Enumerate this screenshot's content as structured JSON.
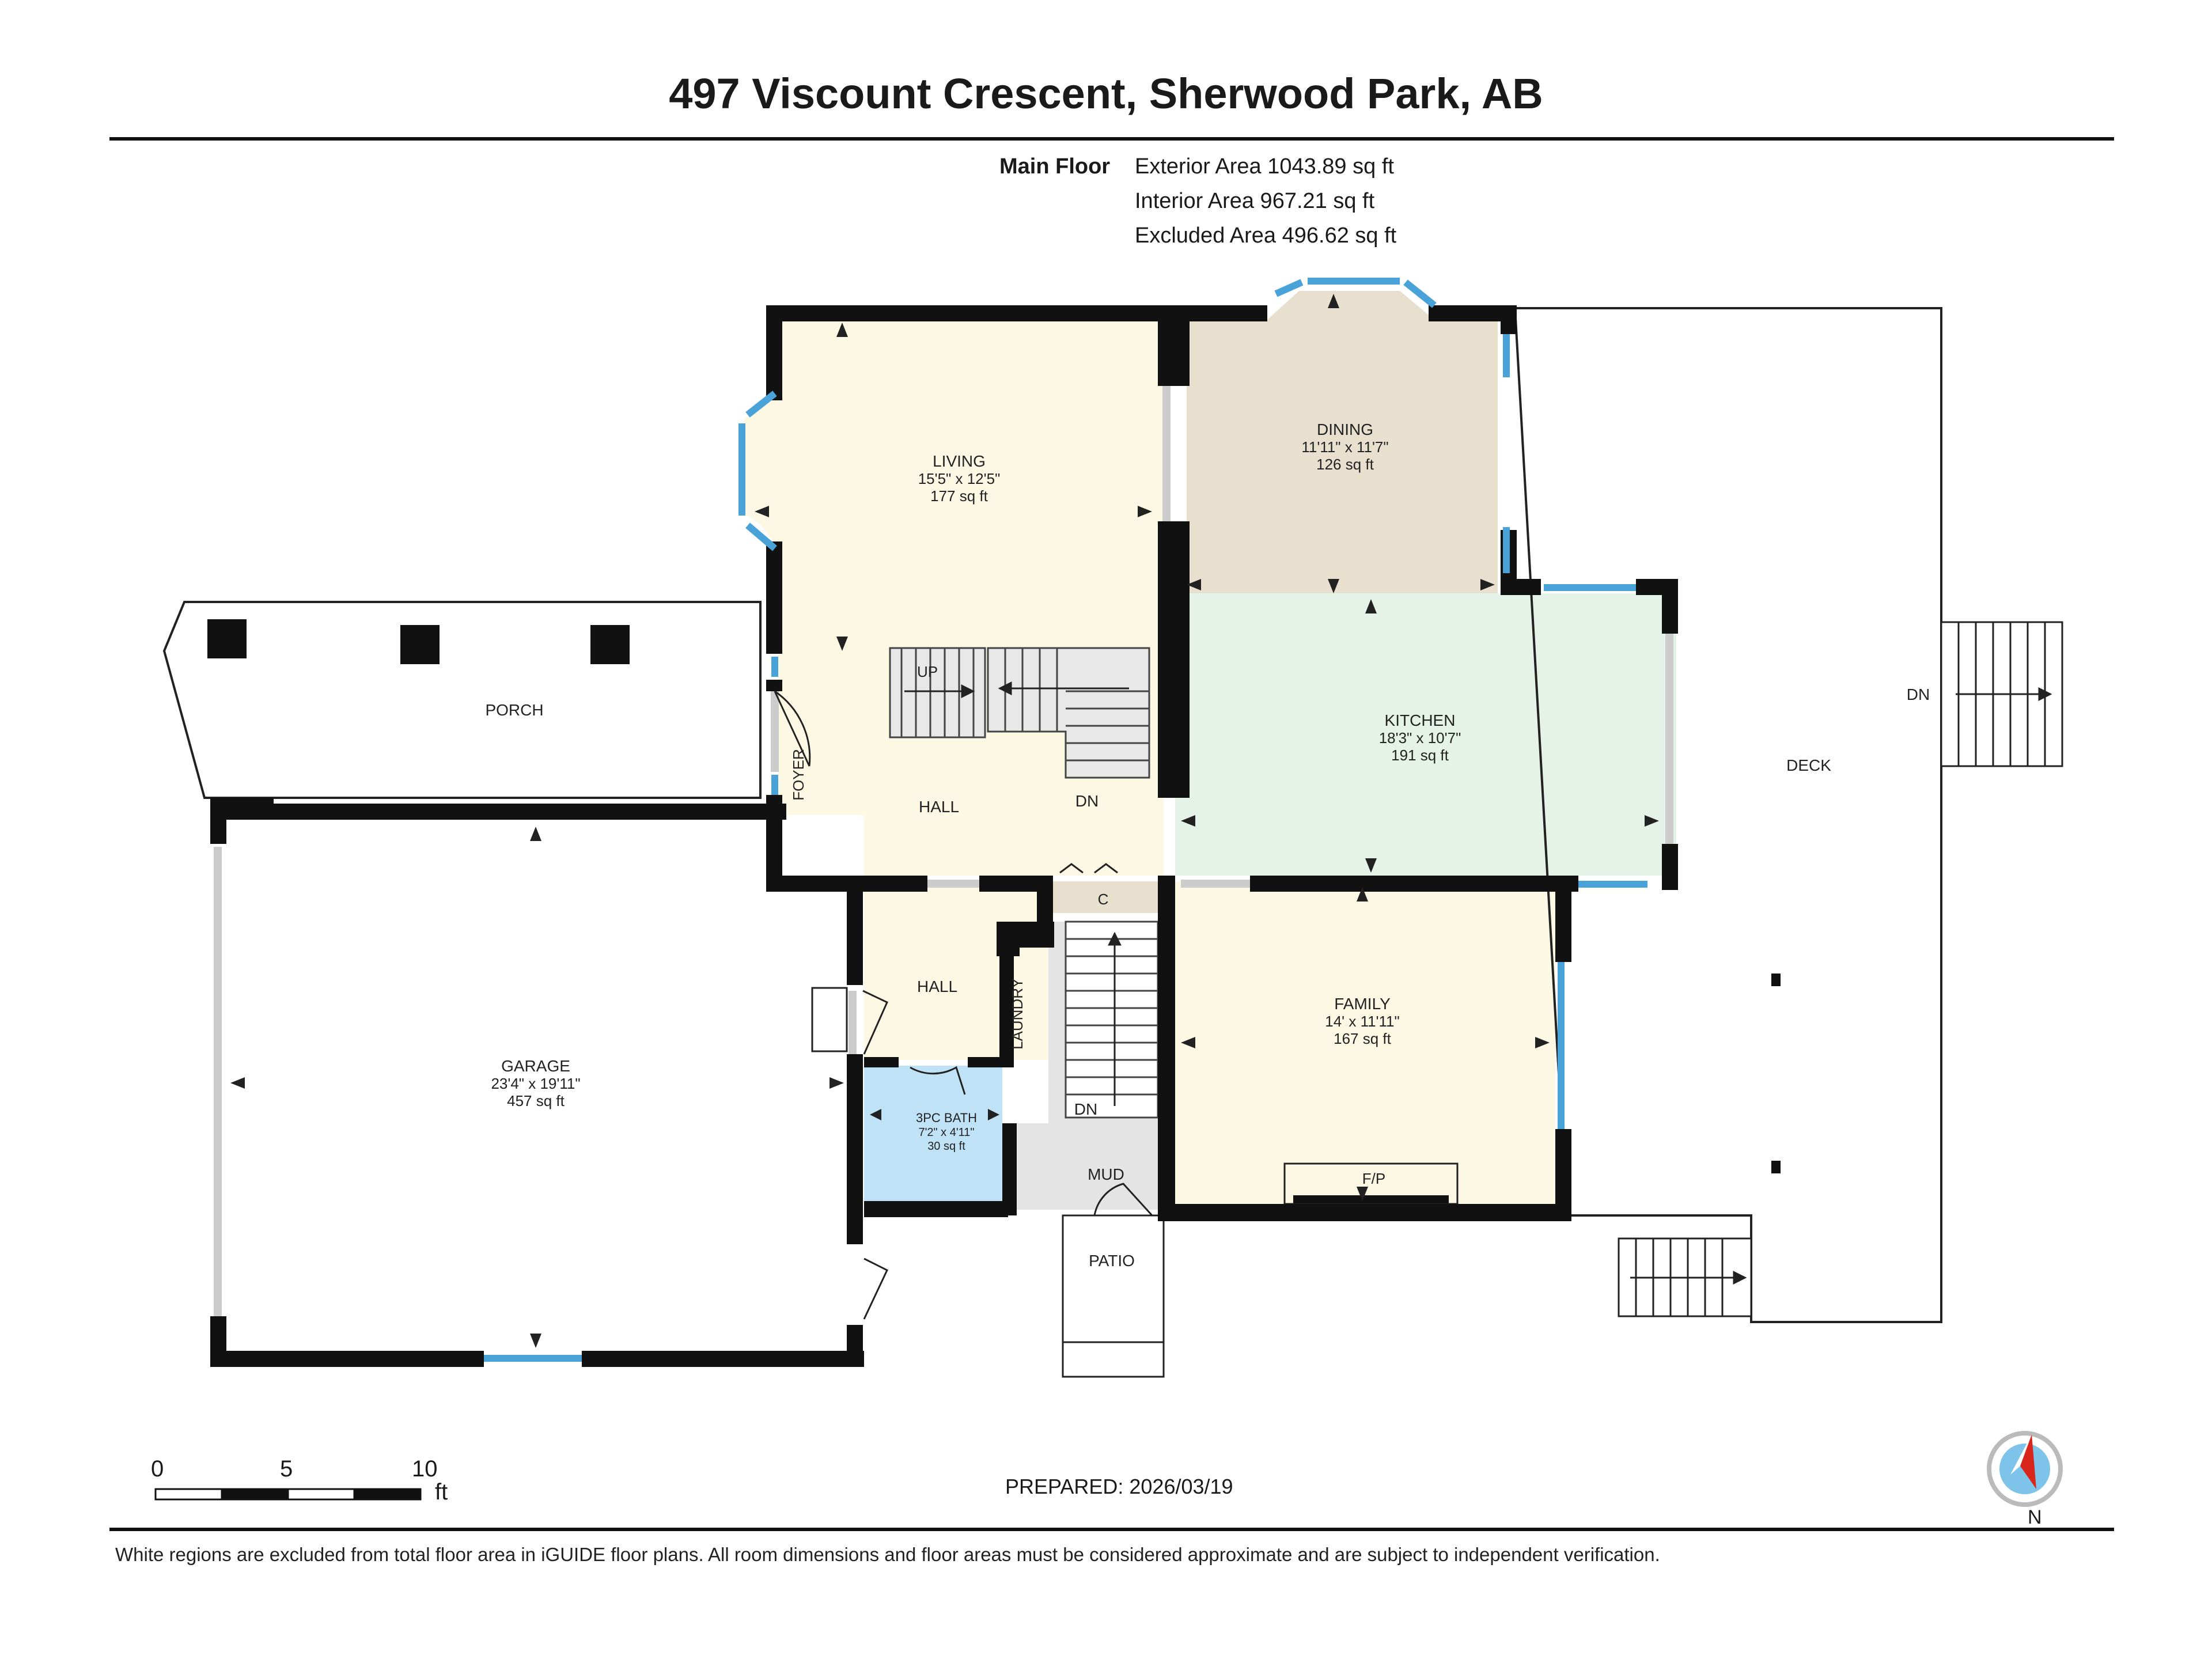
{
  "header": {
    "title": "497 Viscount Crescent, Sherwood Park, AB",
    "floor_label": "Main Floor",
    "areas": [
      "Exterior Area 1043.89 sq ft",
      "Interior Area 967.21 sq ft",
      "Excluded Area 496.62 sq ft"
    ]
  },
  "rooms": {
    "living": {
      "name": "LIVING",
      "dims": "15'5\" x 12'5\"",
      "area": "177 sq ft"
    },
    "dining": {
      "name": "DINING",
      "dims": "11'11\" x 11'7\"",
      "area": "126 sq ft"
    },
    "kitchen": {
      "name": "KITCHEN",
      "dims": "18'3\" x 10'7\"",
      "area": "191 sq ft"
    },
    "family": {
      "name": "FAMILY",
      "dims": "14' x 11'11\"",
      "area": "167 sq ft"
    },
    "garage": {
      "name": "GARAGE",
      "dims": "23'4\" x 19'11\"",
      "area": "457 sq ft"
    },
    "bath": {
      "name": "3PC BATH",
      "dims": "7'2\" x 4'11\"",
      "area": "30 sq ft"
    },
    "porch": "PORCH",
    "deck": "DECK",
    "hall_main": "HALL",
    "hall_lower": "HALL",
    "foyer": "FOYER",
    "laundry": "LAUNDRY",
    "mud": "MUD",
    "patio": "PATIO",
    "closet": "C",
    "fireplace": "F/P",
    "stair_up": "UP",
    "stair_dn_main": "DN",
    "stair_dn_mud": "DN",
    "deck_dn": "DN"
  },
  "scale": {
    "ticks": [
      "0",
      "5",
      "10"
    ],
    "unit": "ft"
  },
  "compass": "N",
  "prepared": "PREPARED: 2026/03/19",
  "disclaimer": "White regions are excluded from total floor area in iGUIDE floor plans. All room dimensions and floor areas must be considered approximate and are subject to independent verification.",
  "colors": {
    "living": "#fdf8e4",
    "dining": "#e8dfcf",
    "kitchen": "#e4f2e8",
    "family": "#fdf8e4",
    "bath": "#bfe2f7",
    "mud": "#e4e4e4",
    "window": "#4aa3d8",
    "wall": "#111111"
  }
}
